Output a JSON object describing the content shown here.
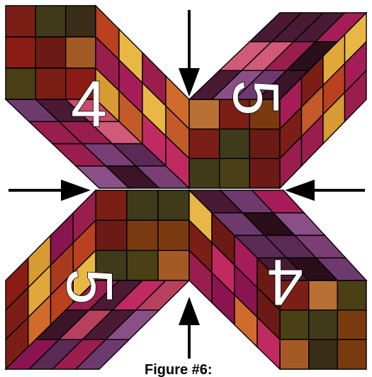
{
  "figure": {
    "caption": "Figure #6:",
    "cube_labels": {
      "top_left": "4",
      "top_right": "5",
      "bottom_left": "5",
      "bottom_right": "4"
    },
    "arrows": [
      "down",
      "right",
      "left",
      "up"
    ]
  },
  "colors": {
    "outline": "#000000",
    "greens": [
      "#3a2d17",
      "#4a3f15",
      "#3f3a1a"
    ],
    "reds": [
      "#6b1a15",
      "#7b1f16",
      "#8a1c15"
    ],
    "oranges": [
      "#7a3a10",
      "#a45a25",
      "#b87035"
    ],
    "rusts": [
      "#a83a1e",
      "#b9411f",
      "#c25a2a",
      "#d06b2b"
    ],
    "golds": [
      "#e0a83a",
      "#e8b745",
      "#d89a32"
    ],
    "magentas": [
      "#8a1450",
      "#a51d58",
      "#c02a61",
      "#9a1e4d"
    ],
    "purples": [
      "#6e3a6e",
      "#8a4f86",
      "#7a3e75",
      "#5a2a55"
    ],
    "darks": [
      "#2a0f1a",
      "#3b1428",
      "#4a1a35"
    ],
    "pinks": [
      "#c94a6a",
      "#b8405f",
      "#d05a78"
    ]
  }
}
